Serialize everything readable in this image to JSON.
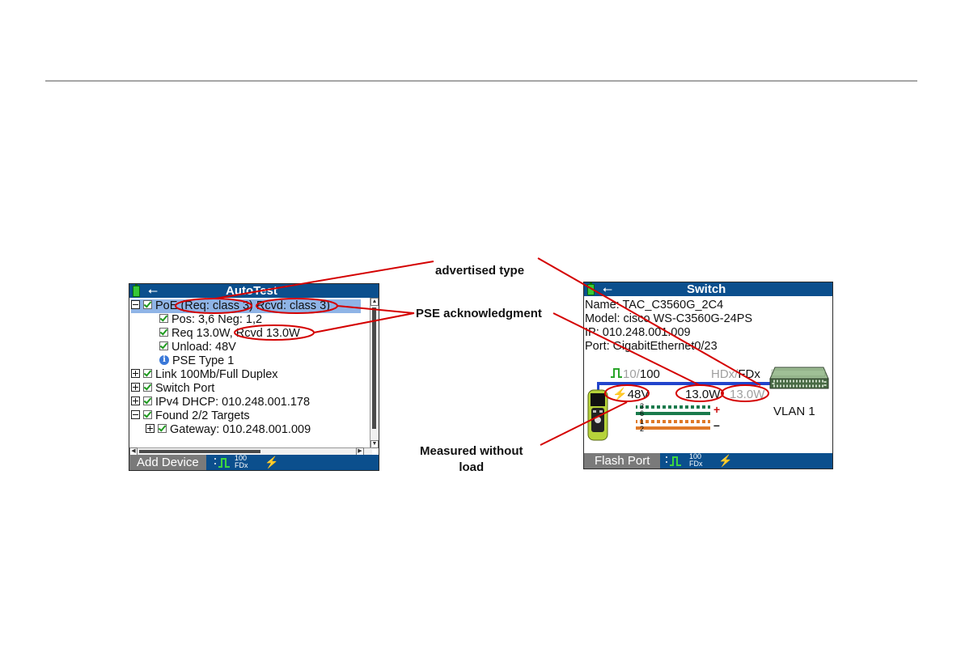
{
  "autotest": {
    "title": "AutoTest",
    "rows": [
      {
        "prefix": "PoE ",
        "req": "(Req: class 3)",
        "rcvd": "Rcvd: class 3)"
      },
      {
        "label": "Pos: 3,6 Neg: 1,2"
      },
      {
        "req": "Req 13.0W,",
        "rcvd": "Rcvd 13.0W"
      },
      {
        "label": "Unload: 48V"
      },
      {
        "label": "PSE Type 1"
      },
      {
        "label": "Link 100Mb/Full Duplex"
      },
      {
        "label": "Switch Port"
      },
      {
        "label": "IPv4 DHCP: 010.248.001.178"
      },
      {
        "label": "Found 2/2 Targets"
      },
      {
        "label": "Gateway: 010.248.001.009"
      }
    ],
    "softkey": "Add Device",
    "speed": "100",
    "duplex": "FDx",
    "icons": {
      "battery": "battery-icon",
      "usb": "usb-icon",
      "link": "link-pulse-icon",
      "power": "lightning-icon"
    }
  },
  "switch": {
    "title": "Switch",
    "name_line": "Name: TAC_C3560G_2C4",
    "model_line": "Model: cisco WS-C3560G-24PS",
    "ip_line": "IP: 010.248.001.009",
    "port_line": "Port: GigabitEthernet0/23",
    "speed_10": "10",
    "speed_slash": "/",
    "speed_100": "100",
    "hdx": "HDx",
    "duplex_slash": "/",
    "fdx": "FDx",
    "voltage": "48V",
    "power_req": "13.0W",
    "power_rcvd": "13.0W",
    "pairs": [
      "3",
      "6",
      "1",
      "2"
    ],
    "plus": "+",
    "minus": "–",
    "vlan": "VLAN 1",
    "softkey": "Flash Port",
    "speed": "100",
    "duplex": "FDx",
    "icons": {
      "device": "handheld-tester-icon",
      "switch": "network-switch-icon"
    }
  },
  "annotations": {
    "advertised": "advertised type",
    "pse": "PSE acknowledgment",
    "measured_line1": "Measured without",
    "measured_line2": "load"
  },
  "colors": {
    "titlebar": "#0b4f8d",
    "highlight": "#8fb4e6",
    "annotation": "#d40000",
    "pair_green": "#1a7a4c",
    "pair_orange": "#e07b2a"
  }
}
